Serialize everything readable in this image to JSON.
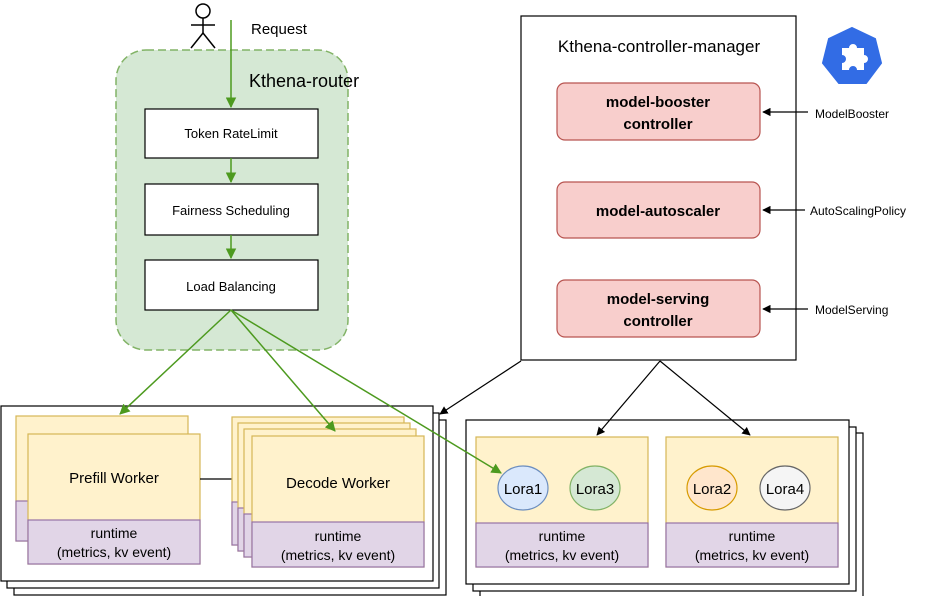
{
  "request_label": "Request",
  "router": {
    "title": "Kthena-router",
    "stages": [
      "Token RateLimit",
      "Fairness Scheduling",
      "Load Balancing"
    ]
  },
  "controller_manager": {
    "title": "Kthena-controller-manager",
    "controllers": [
      {
        "line1": "model-booster",
        "line2": "controller",
        "resource": "ModelBooster"
      },
      {
        "line1": "model-autoscaler",
        "line2": "",
        "resource": "AutoScalingPolicy"
      },
      {
        "line1": "model-serving",
        "line2": "controller",
        "resource": "ModelServing"
      }
    ]
  },
  "workers": {
    "prefill": "Prefill Worker",
    "decode": "Decode Worker",
    "runtime_line1": "runtime",
    "runtime_line2": "(metrics, kv event)"
  },
  "lora": {
    "group1": [
      "Lora1",
      "Lora3"
    ],
    "group2": [
      "Lora2",
      "Lora4"
    ]
  },
  "colors": {
    "router_fill": "#d5e8d4",
    "router_stroke": "#82b366",
    "controller_fill": "#f8cecc",
    "controller_stroke": "#b85450",
    "worker_fill": "#fff2cc",
    "worker_stroke": "#d6b656",
    "runtime_fill": "#e1d5e7",
    "runtime_stroke": "#9673a6",
    "arrow_green": "#4d9a1f",
    "lora1_fill": "#dae8fc",
    "lora1_stroke": "#6c8ebf",
    "lora3_fill": "#d5e8d4",
    "lora3_stroke": "#82b366",
    "lora2_fill": "#ffe6cc",
    "lora2_stroke": "#d79b00",
    "lora4_fill": "#f5f5f5",
    "lora4_stroke": "#666666",
    "k8s_blue": "#326ce5"
  },
  "icons": [
    "user-icon",
    "kubernetes-logo-icon"
  ]
}
